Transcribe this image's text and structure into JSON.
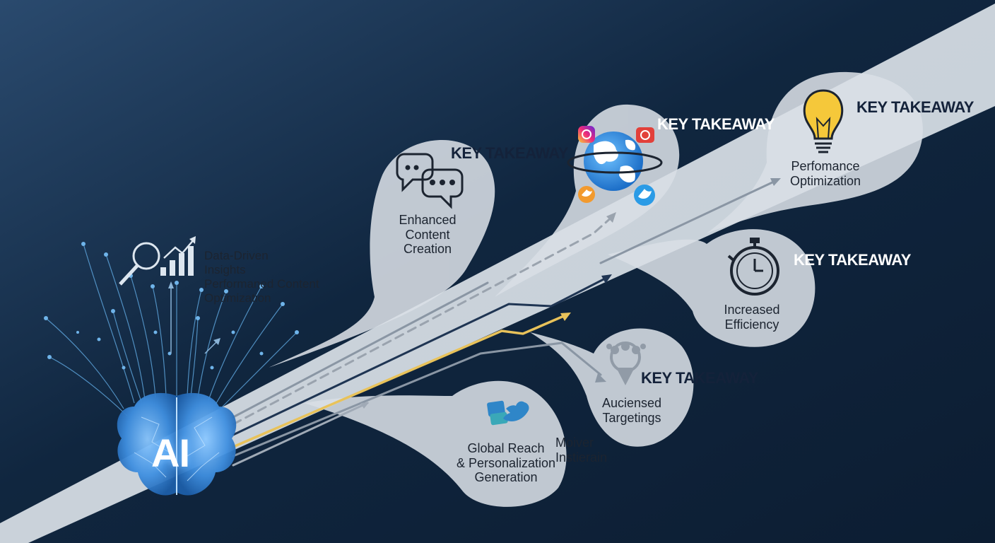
{
  "hub": {
    "label": "AI"
  },
  "insights": {
    "line1": "Data-Driven",
    "line2": "Insights",
    "line3": "Performaned Content",
    "line4": "Optimization"
  },
  "nodes": {
    "content": {
      "takeaway": "KEY TAKEAWAY",
      "line1": "Enhanced",
      "line2": "Content",
      "line3": "Creation"
    },
    "social": {
      "takeaway": "KEY TAKEAWAY"
    },
    "performance": {
      "takeaway": "KEY TAKEAWAY",
      "line1": "Perfomance",
      "line2": "Optimization"
    },
    "efficiency": {
      "takeaway": "KEY TAKEAWAY",
      "line1": "Increased",
      "line2": "Efficiency"
    },
    "audience": {
      "takeaway": "KEY TAKEAWAY",
      "line1": "Auciensed",
      "line2": "Targetings"
    },
    "global": {
      "line1": "Global Reach",
      "line2": "& Personalization",
      "line3": "Generation",
      "extra1": "Moiver",
      "extra2": "Instierain"
    }
  },
  "colors": {
    "background": "#102a47",
    "band": "#e8edf2",
    "navy_line": "#1f3553",
    "gold_line": "#e8c25a",
    "grey_line": "#8a96a4",
    "hub_blue": "#3f8fe0"
  }
}
